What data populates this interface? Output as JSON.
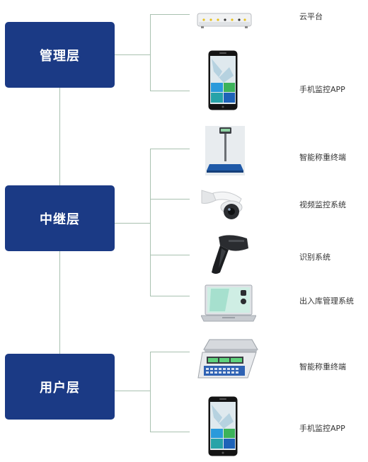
{
  "layers": [
    {
      "label": "管理层"
    },
    {
      "label": "中继层"
    },
    {
      "label": "用户层"
    }
  ],
  "devices": {
    "cloud_platform": {
      "label": "云平台",
      "icon": "router-icon"
    },
    "mgmt_app": {
      "label": "手机监控APP",
      "icon": "smartphone-icon"
    },
    "relay_scale": {
      "label": "智能称重终端",
      "icon": "platform-scale-icon"
    },
    "video": {
      "label": "视频监控系统",
      "icon": "dome-camera-icon"
    },
    "recognition": {
      "label": "识别系统",
      "icon": "barcode-scanner-icon"
    },
    "warehouse": {
      "label": "出入库管理系统",
      "icon": "laptop-icon"
    },
    "user_scale": {
      "label": "智能称重终端",
      "icon": "counting-scale-icon"
    },
    "user_app": {
      "label": "手机监控APP",
      "icon": "smartphone-icon"
    }
  },
  "colors": {
    "layer_box": "#1b3a85",
    "connector": "#a9c1b0"
  }
}
